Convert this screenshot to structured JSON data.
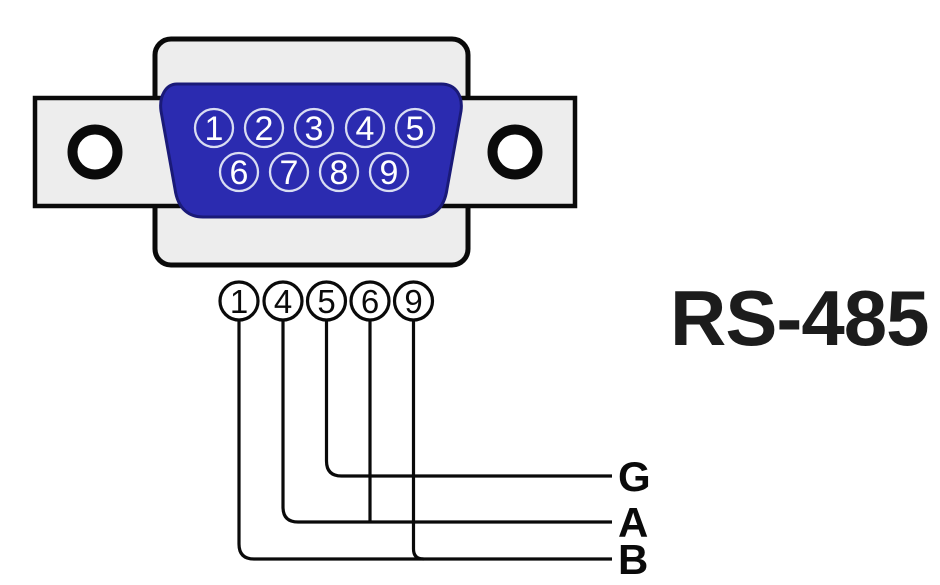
{
  "title": "RS-485",
  "colors": {
    "connector_blue": "#2b2bb0",
    "connector_blue_outline": "#1a1a78",
    "shell_gray": "#ededed",
    "line_black": "#0a0a0a",
    "pin_ring_white": "#d9ddf2"
  },
  "connector": {
    "type": "DB9 female face",
    "pins_row1": [
      "1",
      "2",
      "3",
      "4",
      "5"
    ],
    "pins_row2": [
      "6",
      "7",
      "8",
      "9"
    ]
  },
  "breakout": {
    "pins": [
      "1",
      "4",
      "5",
      "6",
      "9"
    ],
    "signals": [
      {
        "label": "G",
        "connected_pins": [
          "5"
        ]
      },
      {
        "label": "A",
        "connected_pins": [
          "4",
          "6"
        ]
      },
      {
        "label": "B",
        "connected_pins": [
          "1",
          "9"
        ]
      }
    ]
  }
}
